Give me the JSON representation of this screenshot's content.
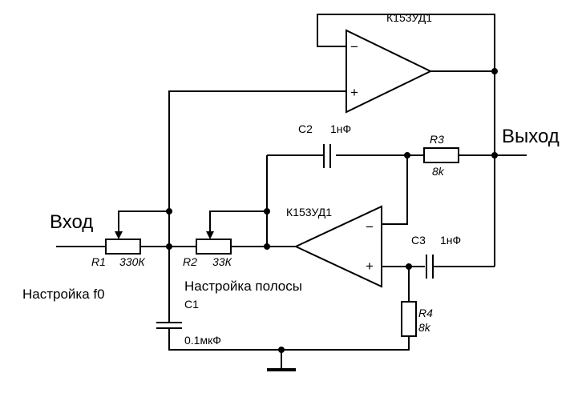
{
  "diagram": {
    "colors": {
      "line": "#000000",
      "background": "#ffffff"
    },
    "labels": {
      "input": "Вход",
      "output": "Выход",
      "tune_f0": "Настройка f0",
      "tune_band": "Настройка полосы"
    },
    "opamps": [
      {
        "id": "top",
        "part": "К153УД1",
        "minus": "−",
        "plus": "+"
      },
      {
        "id": "bottom",
        "part": "К153УД1",
        "minus": "−",
        "plus": "+"
      }
    ],
    "resistors": [
      {
        "ref": "R1",
        "value": "330К"
      },
      {
        "ref": "R2",
        "value": "33К"
      },
      {
        "ref": "R3",
        "value": "8k"
      },
      {
        "ref": "R4",
        "value": "8k"
      }
    ],
    "capacitors": [
      {
        "ref": "C1",
        "value": "0.1мкФ"
      },
      {
        "ref": "C2",
        "value": "1нФ"
      },
      {
        "ref": "C3",
        "value": "1нФ"
      }
    ]
  }
}
